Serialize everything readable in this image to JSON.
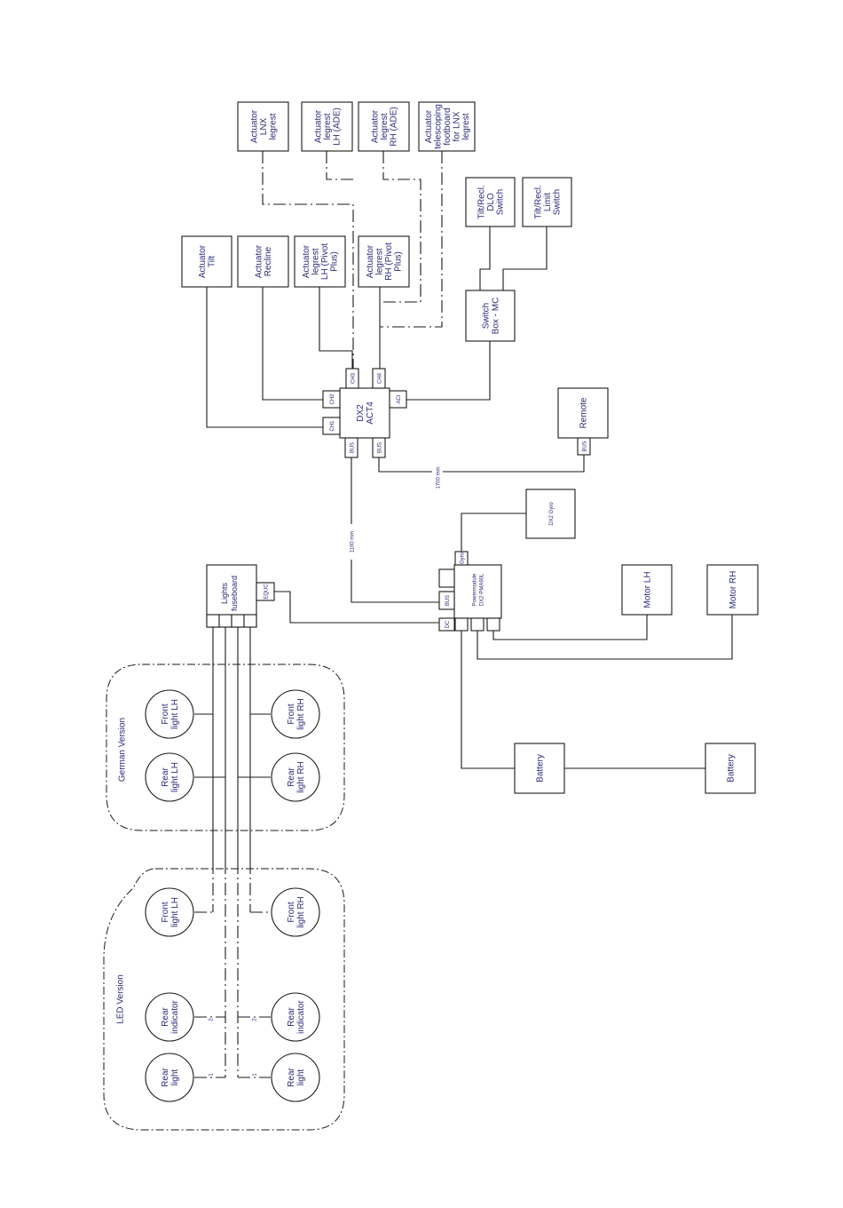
{
  "blocks": {
    "act_lnx": [
      "Actuator",
      "LNX",
      "legrest"
    ],
    "act_lh_ade": [
      "Actuator",
      "legrest",
      "LH (ADE)"
    ],
    "act_rh_ade": [
      "Actuator",
      "legrest",
      "RH (ADE)"
    ],
    "act_tele": [
      "Actuator",
      "telescoping",
      "footboard",
      "for LNX",
      "legrest"
    ],
    "tilt_dlo": [
      "Tilt/Recl.",
      "DLO",
      "Switch"
    ],
    "tilt_limit": [
      "Tilt/Recl.",
      "Limit",
      "Switch"
    ],
    "act_tilt": [
      "Actuator",
      "Tilt"
    ],
    "act_recline": [
      "Actuator",
      "Recline"
    ],
    "act_lh_pivot": [
      "Actuator",
      "legrest",
      "LH (Pivot",
      "Plus)"
    ],
    "act_rh_pivot": [
      "Actuator",
      "legrest",
      "RH (Pivot",
      "Plus)"
    ],
    "switch_box": [
      "Switch",
      "Box - MC"
    ],
    "dx2_act4": [
      "DX2",
      "ACT4"
    ],
    "remote": [
      "Remote"
    ],
    "dx2_gyro": [
      "DX2 Gyro"
    ],
    "lights_fuseboard": [
      "Lights",
      "fuseboard"
    ],
    "powermodule": [
      "Powermodule",
      "DX2-PMA90L"
    ],
    "motor_lh": [
      "Motor LH"
    ],
    "motor_rh": [
      "Motor RH"
    ],
    "battery_1": [
      "Battery"
    ],
    "battery_2": [
      "Battery"
    ]
  },
  "ports": {
    "ch1": "CH1",
    "ch2": "CH2",
    "ch3": "CH3",
    "ch4": "CH4",
    "aci": "ACI",
    "bus_a": "BUS",
    "bus_b": "BUS",
    "remote_bus": "BUS",
    "gyro": "Gyro",
    "pm_bus": "BUS",
    "pm_dc": "DC",
    "fuse_aux": "EQUC"
  },
  "cable_lengths": {
    "remote_cable": "1700 mm",
    "power_cable": "1100 mm"
  },
  "groups": {
    "german": "German Version",
    "led": "LED Version"
  },
  "lights": {
    "german_front_lh": [
      "Front",
      "light LH"
    ],
    "german_front_rh": [
      "Front",
      "light RH"
    ],
    "german_rear_lh": [
      "Rear",
      "light LH"
    ],
    "german_rear_rh": [
      "Rear",
      "light RH"
    ],
    "led_front_lh": [
      "Front",
      "light LH"
    ],
    "led_front_rh": [
      "Front",
      "light RH"
    ],
    "led_rear_indicator_l": [
      "Rear",
      "indicator"
    ],
    "led_rear_indicator_r": [
      "Rear",
      "indicator"
    ],
    "led_rear_light_l": [
      "Rear",
      "light"
    ],
    "led_rear_light_r": [
      "Rear",
      "light"
    ]
  },
  "wire_numbers": {
    "n2_left": "2",
    "n2_right": "2",
    "n1_left": "1",
    "n1_right": "1"
  }
}
